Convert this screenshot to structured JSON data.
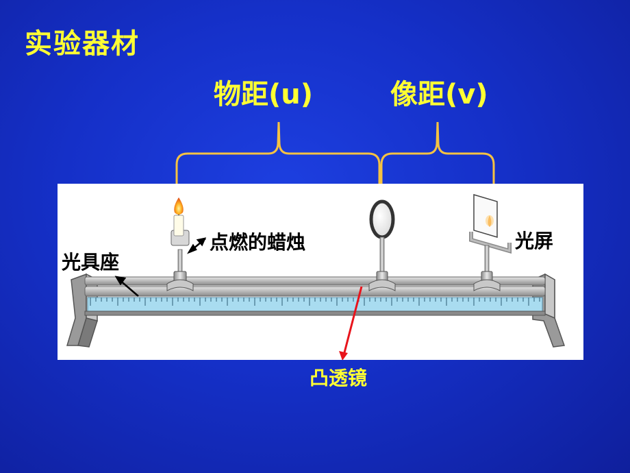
{
  "slide": {
    "title": "实验器材",
    "object_distance_label": "物距(u)",
    "image_distance_label": "像距(v)"
  },
  "apparatus": {
    "candle_label": "点燃的蜡烛",
    "optical_bench_label": "光具座",
    "screen_label": "光屏",
    "lens_label": "凸透镜"
  },
  "colors": {
    "background": "#1530c8",
    "heading_text": "#ffff33",
    "brace": "#f5c242",
    "lens_arrow": "#e8141c",
    "rail_scale": "#a9dcf0"
  }
}
